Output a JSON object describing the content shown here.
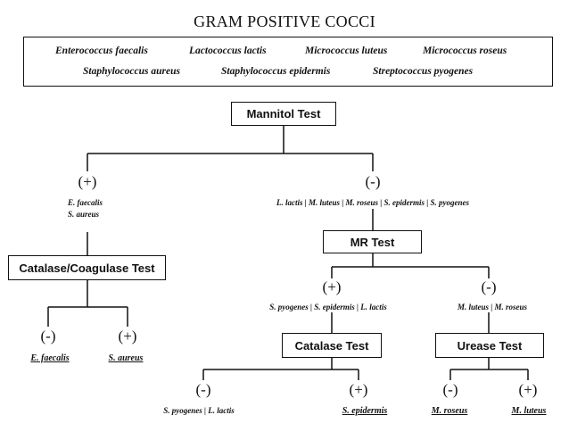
{
  "title": "GRAM POSITIVE COCCI",
  "organisms": {
    "row1": [
      "Enterococcus faecalis",
      "Lactococcus lactis",
      "Micrococcus luteus",
      "Micrococcus roseus"
    ],
    "row2": [
      "Staphylococcus aureus",
      "Staphylococcus epidermis",
      "Streptococcus pyogenes"
    ]
  },
  "tests": {
    "mannitol": "Mannitol Test",
    "catalase_coagulase": "Catalase/Coagulase Test",
    "mr": "MR Test",
    "catalase": "Catalase Test",
    "urease": "Urease Test"
  },
  "signs": {
    "positive": "(+)",
    "negative": "(-)"
  },
  "groups": {
    "mannitol_positive": [
      "E. faecalis",
      "S. aureus"
    ],
    "mannitol_negative": "L. lactis | M. luteus | M. roseus | S. epidermis | S. pyogenes",
    "mr_positive": "S. pyogenes | S. epidermis | L. lactis",
    "mr_negative": "M. luteus | M. roseus",
    "catalase_negative": "S. pyogenes | L. lactis"
  },
  "results": {
    "coag_negative": "E. faecalis",
    "coag_positive": "S. aureus",
    "catalase_positive": "S. epidermis",
    "urease_negative": "M. roseus",
    "urease_positive": "M. luteus"
  }
}
